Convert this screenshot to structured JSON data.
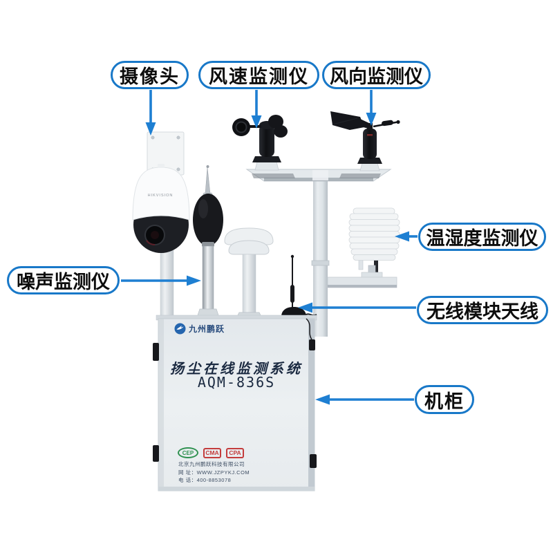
{
  "colors": {
    "accent_blue": "#1878c8",
    "arrow_blue": "#1e7fd2",
    "label_text": "#0d0d0d",
    "cabinet_text": "#1a2940",
    "cep_green": "#2f9150",
    "badge_red": "#c43c3c"
  },
  "labels": {
    "camera": "摄像头",
    "wind_speed": "风速监测仪",
    "wind_direction": "风向监测仪",
    "temp_humidity": "温湿度监测仪",
    "noise": "噪声监测仪",
    "wireless_antenna": "无线模块天线",
    "cabinet": "机柜"
  },
  "cabinet": {
    "brand": "九州鹏跃",
    "system_title": "扬尘在线监测系统",
    "model": "AQM-836S",
    "badges": [
      "CEP",
      "CMA",
      "CPA"
    ],
    "company": "北京九州鹏跃科技有限公司",
    "website_line": "网 址：WWW.JZPYKJ.COM",
    "phone_line": "电 话：400-8853078"
  },
  "camera": {
    "brand": "HIKVISION"
  }
}
